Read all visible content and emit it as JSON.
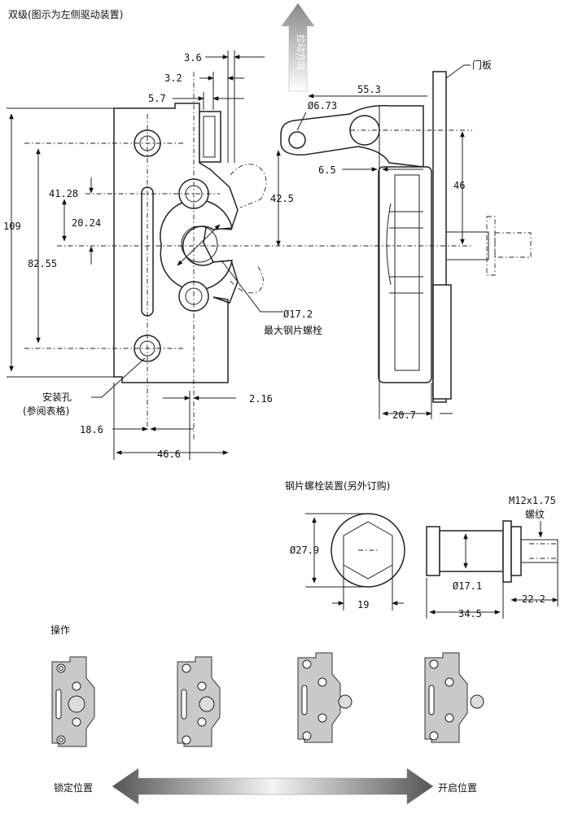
{
  "title": "双级(图示为左侧驱动装置)",
  "pull_direction": "拉动方向",
  "door_panel": "门板",
  "dims": {
    "d_3_6": "3.6",
    "d_3_2": "3.2",
    "d_5_7": "5.7",
    "d_109": "109",
    "d_41_28": "41.28",
    "d_20_24": "20.24",
    "d_82_55": "82.55",
    "d_2_16": "2.16",
    "d_18_6": "18.6",
    "d_46_6": "46.6",
    "d_dia_6_73": "Ø6.73",
    "d_55_3": "55.3",
    "d_6_5": "6.5",
    "d_42_5": "42.5",
    "d_46": "46",
    "d_20_7": "20.7",
    "d_dia_17_2": "Ø17.2",
    "d_dia_27_9": "Ø27.9",
    "d_19": "19",
    "d_dia_17_1": "Ø17.1",
    "d_34_5": "34.5",
    "d_22_2": "22.2",
    "d_m12": "M12x1.75"
  },
  "notes": {
    "max_bolt": "最大钢片螺栓",
    "mount_hole": "安装孔",
    "see_table": "(参阅表格)",
    "bolt_assembly": "钢片螺栓装置(另外订购)",
    "thread": "螺纹"
  },
  "operation": {
    "title": "操作",
    "locked": "锁定位置",
    "open": "开启位置"
  }
}
